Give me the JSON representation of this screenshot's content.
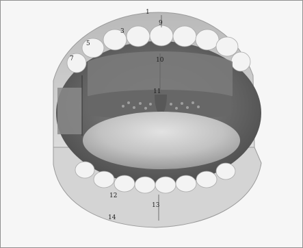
{
  "labels": {
    "l1": "1",
    "l3": "3",
    "l5": "5",
    "l7": "7",
    "l9": "9",
    "l10": "10",
    "l11": "11",
    "l12": "12",
    "l13": "13",
    "l14": "14"
  },
  "colors": {
    "border": "#8f8f8f",
    "lips": "#cfcfcf",
    "teeth": "#f4f4f4",
    "cavity": "#6f6f6f",
    "palate": "#7c7c7c",
    "tongue": "#c4c4c4"
  }
}
